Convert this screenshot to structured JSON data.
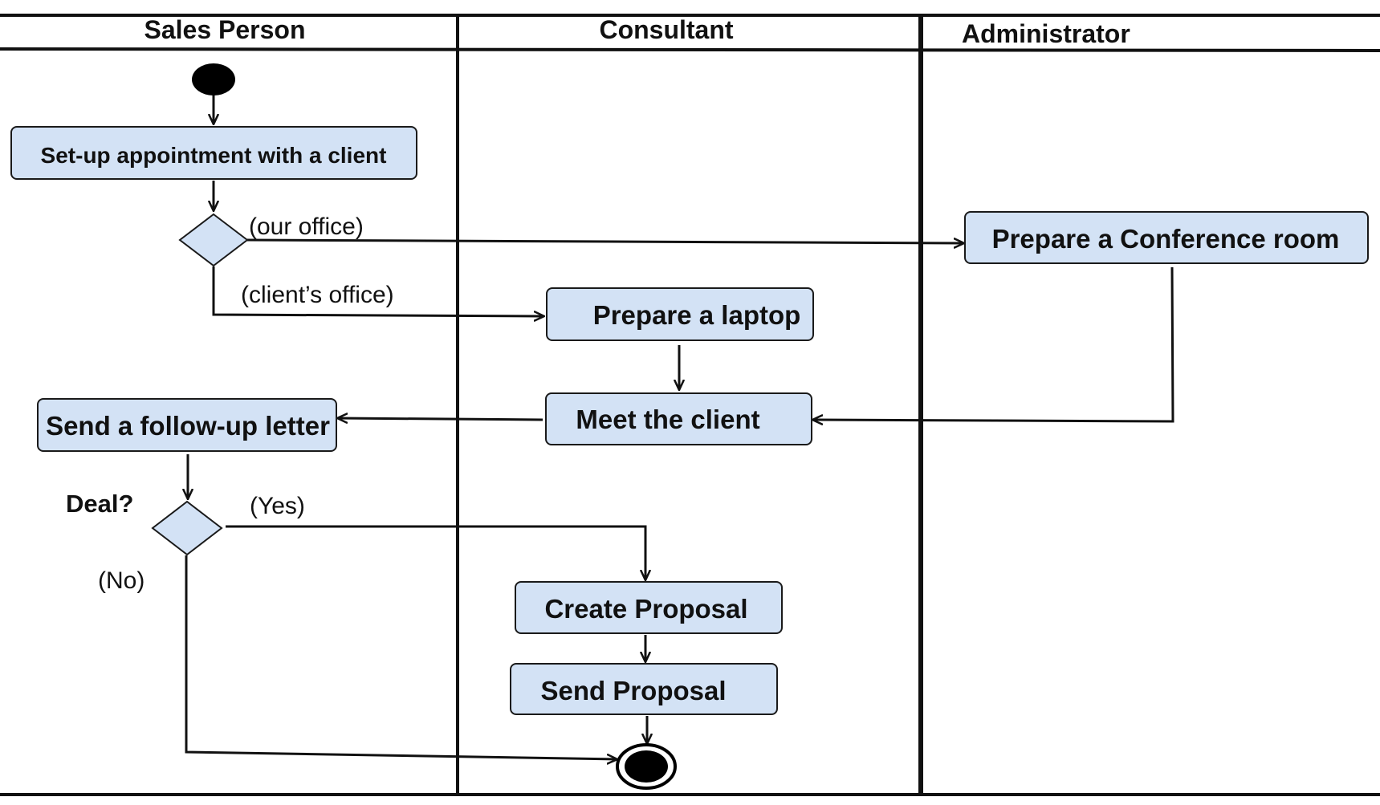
{
  "colors": {
    "node_fill": "#d3e2f5",
    "node_stroke": "#1a1a1a",
    "line": "#111111",
    "background": "#ffffff"
  },
  "lanes": [
    {
      "id": "sales",
      "title": "Sales Person"
    },
    {
      "id": "consultant",
      "title": "Consultant"
    },
    {
      "id": "admin",
      "title": "Administrator"
    }
  ],
  "activities": {
    "setup": "Set-up appointment with a client",
    "conference": "Prepare a Conference room",
    "laptop": "Prepare a laptop",
    "meet": "Meet the client",
    "followup": "Send a follow-up letter",
    "create": "Create Proposal",
    "send": "Send Proposal"
  },
  "decisions": {
    "location_question": "",
    "deal_question": "Deal?"
  },
  "edge_labels": {
    "our_office": "(our office)",
    "clients_office": "(client’s office)",
    "yes": "(Yes)",
    "no": "(No)"
  }
}
